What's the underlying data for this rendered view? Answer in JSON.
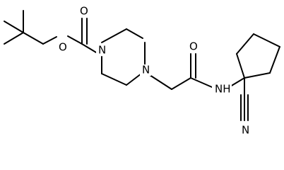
{
  "labels": {
    "o_carbonyl_boc": "O",
    "o_ester": "O",
    "n_piperazine_top": "N",
    "n_piperazine_bottom": "N",
    "o_amide": "O",
    "nh_amide": "NH",
    "n_nitrile": "N"
  }
}
